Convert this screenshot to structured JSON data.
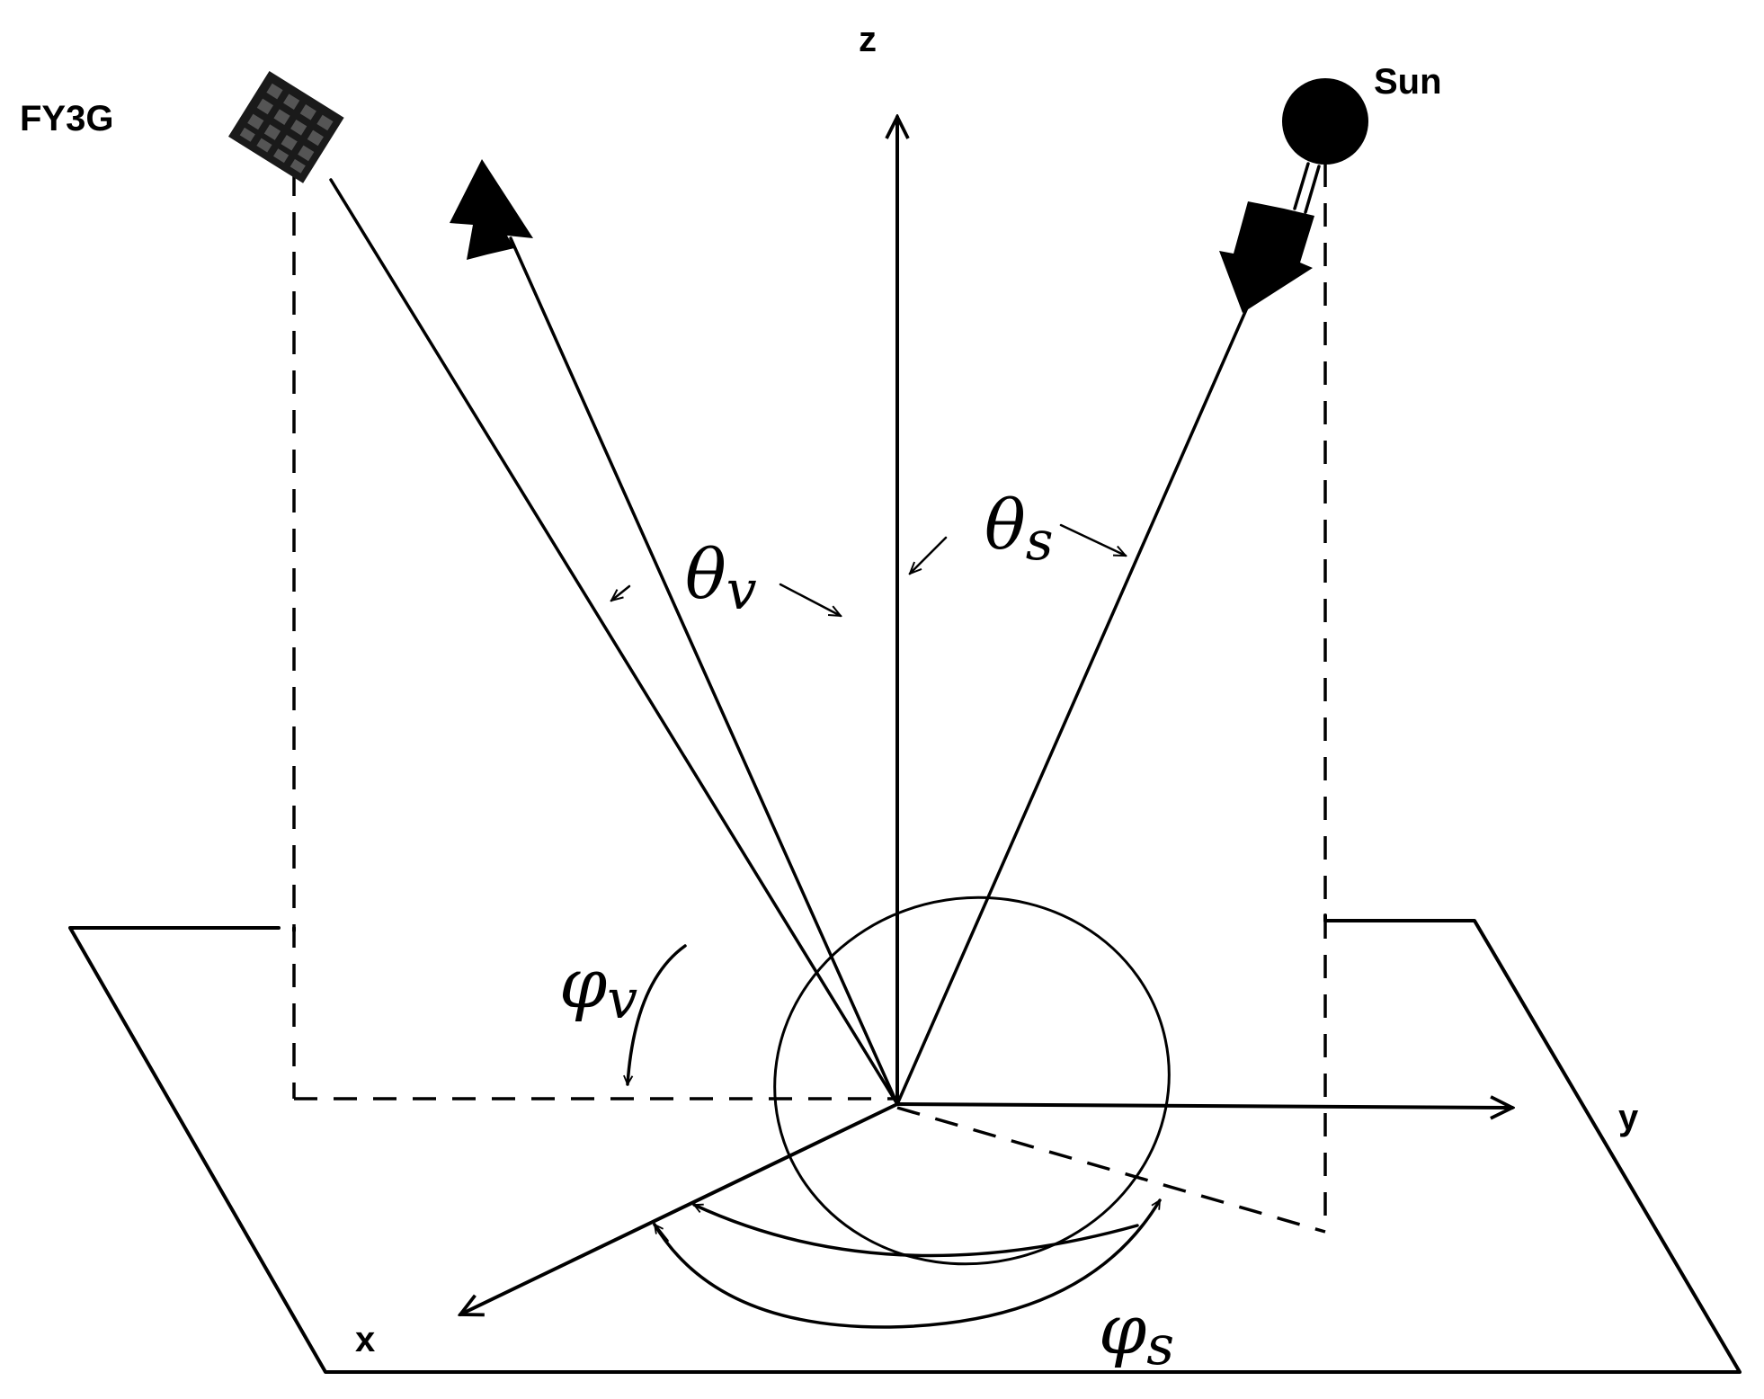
{
  "labels": {
    "satellite": "FY3G",
    "sun": "Sun",
    "axis_z": "z",
    "axis_y": "y",
    "axis_x": "x",
    "theta_v_symbol": "θ",
    "theta_v_subscript": "v",
    "theta_s_symbol": "θ",
    "theta_s_subscript": "s",
    "phi_v_symbol": "φ",
    "phi_v_subscript": "v",
    "phi_s_symbol": "φ",
    "phi_s_subscript": "s"
  },
  "colors": {
    "ink": "#000000",
    "background": "#ffffff"
  },
  "icons": {
    "satellite": "satellite-icon",
    "sun": "sun-icon"
  }
}
